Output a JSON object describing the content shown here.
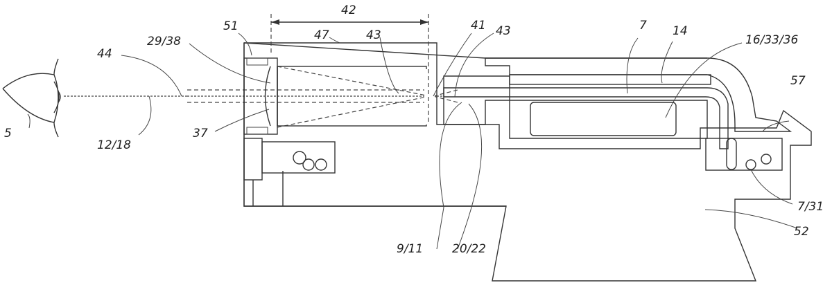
{
  "figure": {
    "type": "patent cross-section drawing",
    "labels": {
      "eye": "5",
      "axis": "12/18",
      "beam": "44",
      "lens_holder": "29/38",
      "lens": "37",
      "housing_cap": "51",
      "dimension": "42",
      "tube": "47",
      "cone_a": "43",
      "focus": "41",
      "cone_b": "43",
      "fiber": "7",
      "sleeve": "14",
      "core": "16/33/36",
      "cover": "57",
      "tip": "9/11",
      "aperture": "20/22",
      "cable": "7/31",
      "base": "52"
    }
  }
}
